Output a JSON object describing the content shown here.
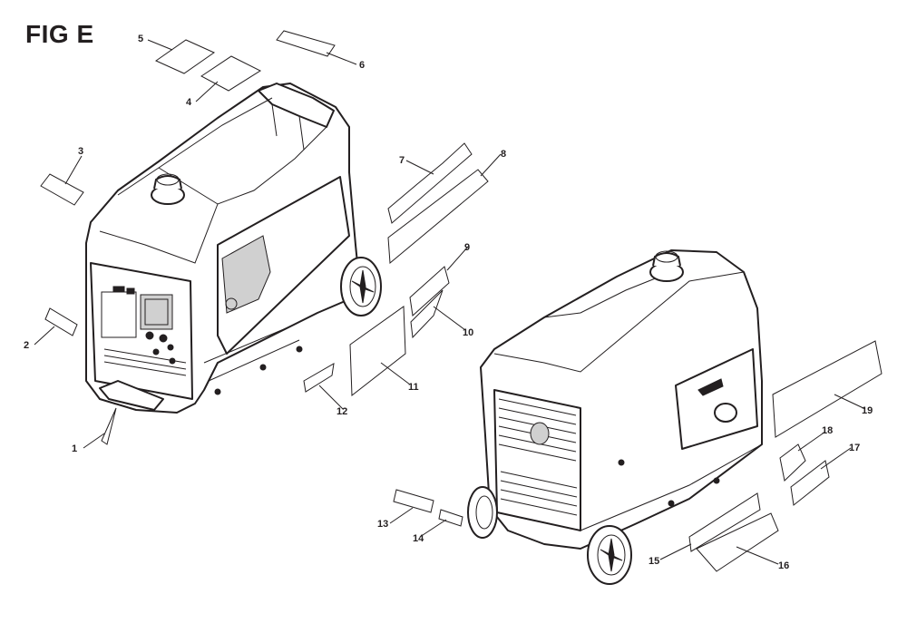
{
  "title": "FIG E",
  "callouts": [
    {
      "id": "1",
      "label": "1"
    },
    {
      "id": "2",
      "label": "2"
    },
    {
      "id": "3",
      "label": "3"
    },
    {
      "id": "4",
      "label": "4"
    },
    {
      "id": "5",
      "label": "5"
    },
    {
      "id": "6",
      "label": "6"
    },
    {
      "id": "7",
      "label": "7"
    },
    {
      "id": "8",
      "label": "8"
    },
    {
      "id": "9",
      "label": "9"
    },
    {
      "id": "10",
      "label": "10"
    },
    {
      "id": "11",
      "label": "11"
    },
    {
      "id": "12",
      "label": "12"
    },
    {
      "id": "13",
      "label": "13"
    },
    {
      "id": "14",
      "label": "14"
    },
    {
      "id": "15",
      "label": "15"
    },
    {
      "id": "16",
      "label": "16"
    },
    {
      "id": "17",
      "label": "17"
    },
    {
      "id": "18",
      "label": "18"
    },
    {
      "id": "19",
      "label": "19"
    }
  ]
}
